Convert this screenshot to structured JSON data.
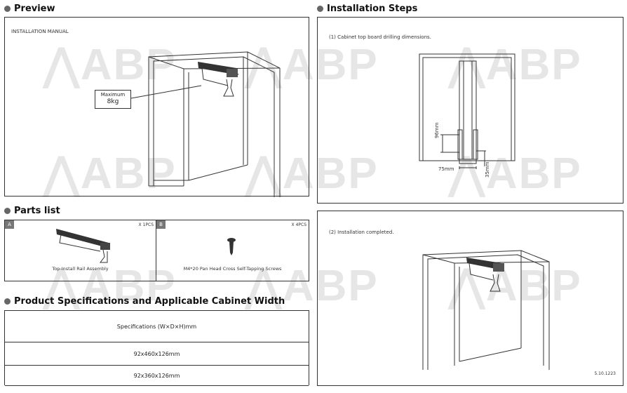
{
  "watermark": "ABP",
  "preview": {
    "heading": "Preview",
    "manual_label": "INSTALLATION MANUAL",
    "callout_line1": "Maximum",
    "callout_line2": "8kg"
  },
  "installation": {
    "heading": "Installation Steps",
    "step1": "(1) Cabinet top board drilling dimensions.",
    "dim_96": "96mm",
    "dim_75": "75mm",
    "dim_35": "35mm",
    "step2": "(2) Installation completed.",
    "code": "5.10.1223"
  },
  "parts": {
    "heading": "Parts list",
    "items": [
      {
        "tag": "A",
        "qty": "X 1PCS",
        "name": "Top-Install Rail Assembly"
      },
      {
        "tag": "B",
        "qty": "X 4PCS",
        "name": "M4*20 Pan Head Cross Self-Tapping Screws"
      }
    ]
  },
  "specs": {
    "heading": "Product Specifications and Applicable Cabinet Width",
    "header": "Specifications (W×D×H)mm",
    "rows": [
      "92x460x126mm",
      "92x360x126mm"
    ]
  }
}
